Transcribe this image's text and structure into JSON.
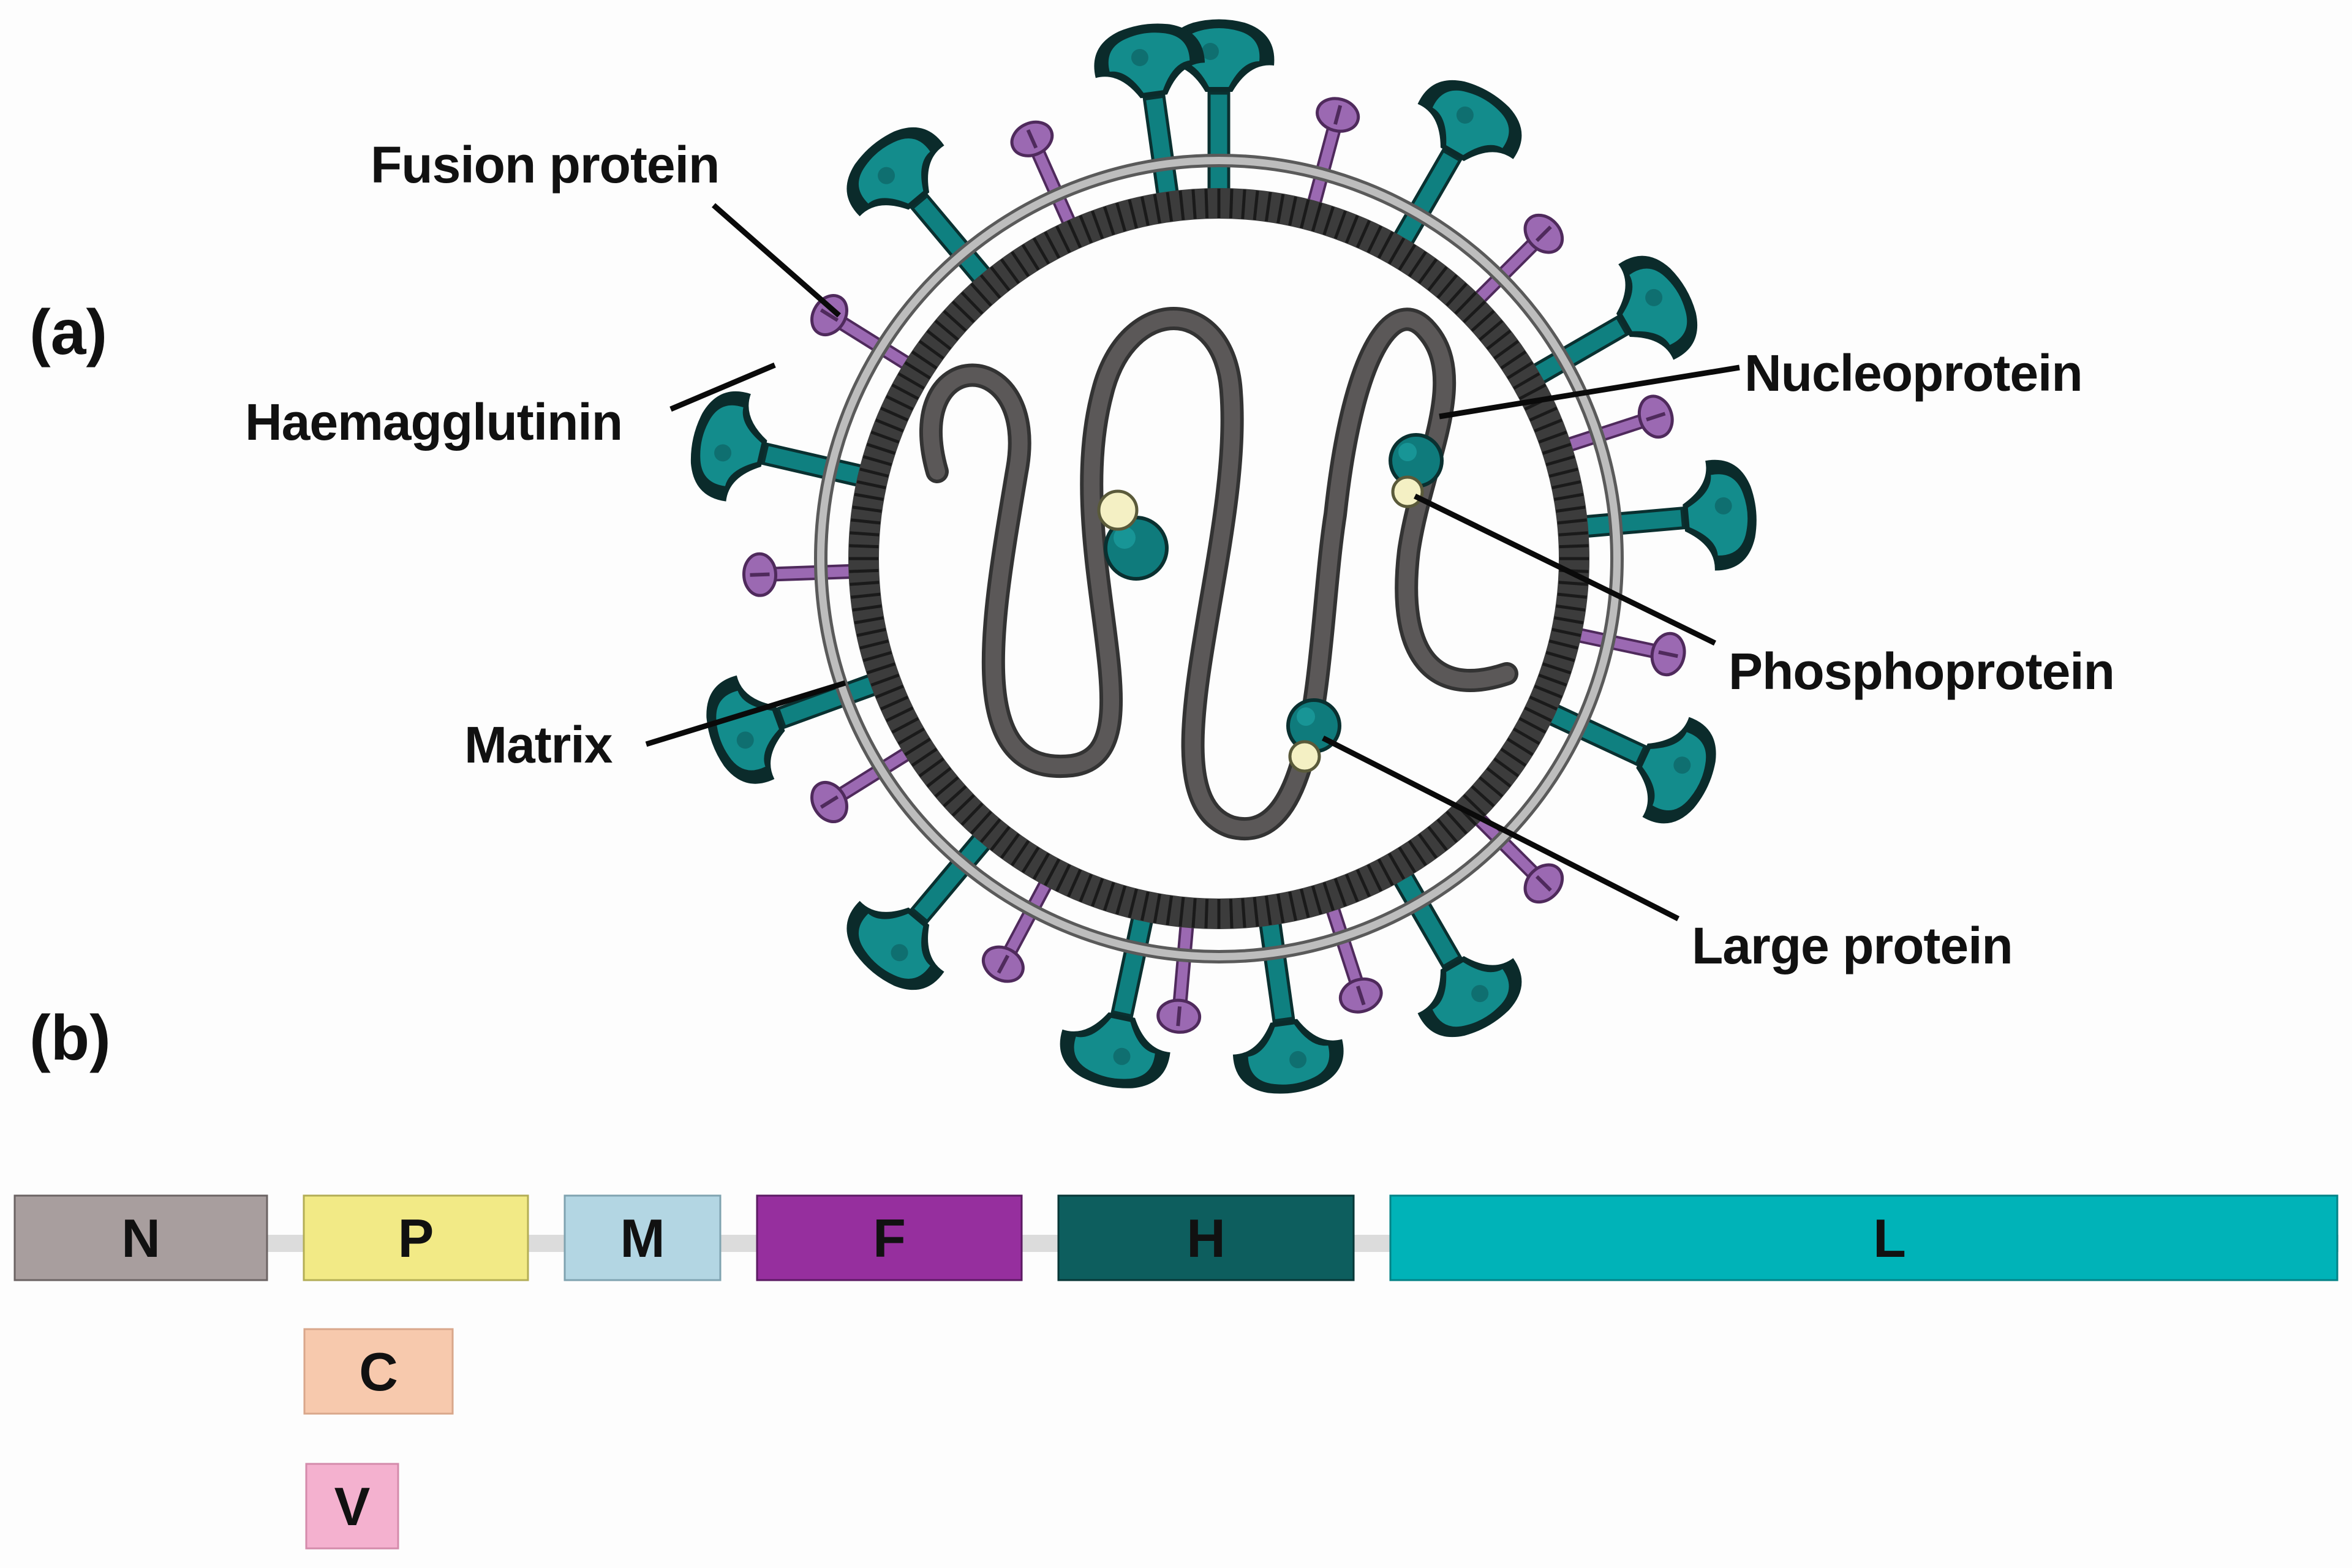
{
  "panels": {
    "a": "(a)",
    "b": "(b)"
  },
  "labels": {
    "fusion_protein": "Fusion protein",
    "haemagglutinin": "Haemagglutinin",
    "matrix": "Matrix",
    "nucleoprotein": "Nucleoprotein",
    "phosphoprotein": "Phosphoprotein",
    "large_protein": "Large protein"
  },
  "genome": {
    "genes": [
      {
        "label": "N",
        "color": "#a89e9e"
      },
      {
        "label": "P",
        "color": "#f2ea86"
      },
      {
        "label": "M",
        "color": "#b3d6e3"
      },
      {
        "label": "F",
        "color": "#962f9e"
      },
      {
        "label": "H",
        "color": "#0d5e5e"
      },
      {
        "label": "L",
        "color": "#00b3b8"
      }
    ],
    "extra_products": [
      {
        "label": "C",
        "color": "#f7c9ad"
      },
      {
        "label": "V",
        "color": "#f4b1cf"
      }
    ]
  },
  "colors": {
    "envelope": "#3c3c3c",
    "membrane": "#a5a5a5",
    "rna": "#5b5858",
    "haemagglutinin": "#0f8080",
    "haemagglutinin_dark": "#0b2b2b",
    "fusion": "#9b69b2",
    "phosphoprotein": "#f4f0c4",
    "linker": "#dcdcdc"
  }
}
